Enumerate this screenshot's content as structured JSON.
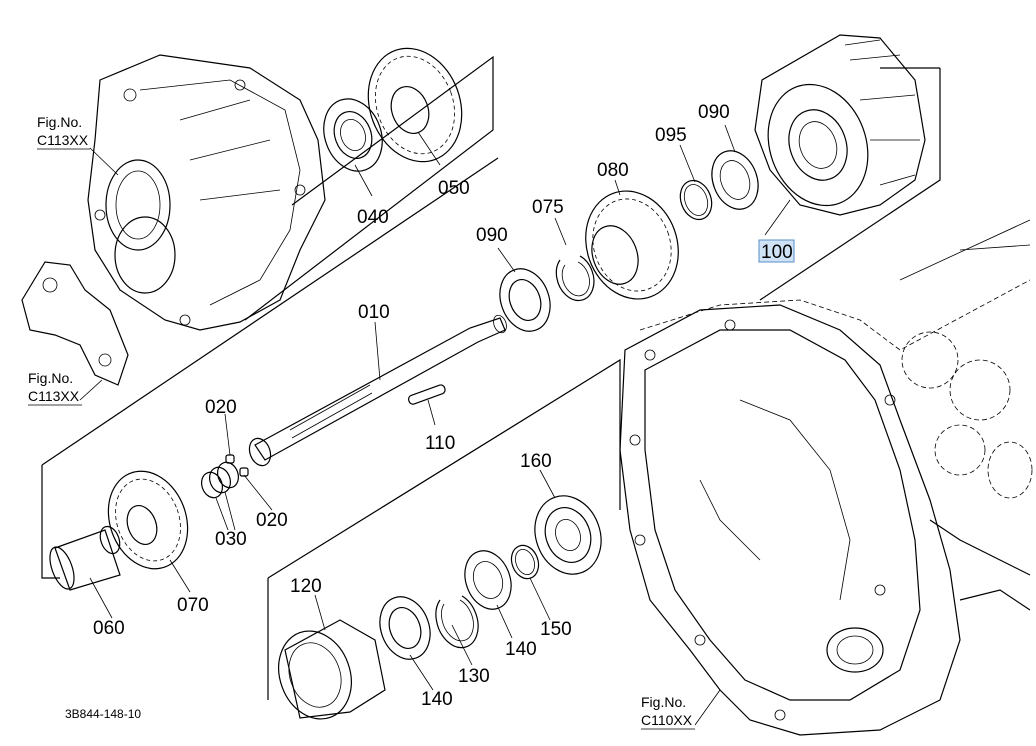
{
  "diagram": {
    "colors": {
      "line": "#000000",
      "highlight_fill": "#cfe2f6",
      "highlight_border": "#5a8fc8",
      "background": "#ffffff"
    },
    "fig_refs": [
      {
        "label": "Fig.No.",
        "code": "C113XX"
      },
      {
        "label": "Fig.No.",
        "code": "C113XX"
      },
      {
        "label": "Fig.No.",
        "code": "C110XX"
      }
    ],
    "part_numbers": {
      "p010": "010",
      "p020a": "020",
      "p020b": "020",
      "p030": "030",
      "p040": "040",
      "p050": "050",
      "p060": "060",
      "p070": "070",
      "p075": "075",
      "p080": "080",
      "p090a": "090",
      "p090b": "090",
      "p095": "095",
      "p100": "100",
      "p110": "110",
      "p120": "120",
      "p130": "130",
      "p140a": "140",
      "p140b": "140",
      "p150": "150",
      "p160": "160"
    },
    "selected_part": "100",
    "drawing_code": "3B844-148-10"
  }
}
